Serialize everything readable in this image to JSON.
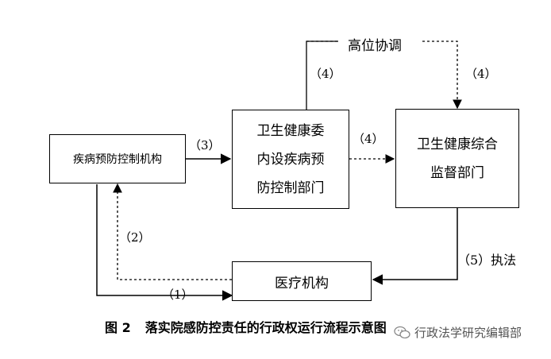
{
  "nodes": {
    "cdc": "疾病预防控制机构",
    "health_internal": [
      "卫生健康委",
      "内设疾病预",
      "防控制部门"
    ],
    "health_supervision": [
      "卫生健康综合",
      "监督部门"
    ],
    "medical": "医疗机构"
  },
  "edge_labels": {
    "e1": "（1）",
    "e2": "（2）",
    "e3": "（3）",
    "e4_internal_to_supervision": "（4）",
    "e4_up": "（4）",
    "e4_down": "（4）",
    "e5": "（5）执法",
    "coordination": "高位协调"
  },
  "caption": {
    "number": "图 2",
    "title": "落实院感防控责任的行政权运行流程示意图"
  },
  "watermark": {
    "text": "行政法学研究编辑部",
    "icon": "wechat-icon"
  }
}
